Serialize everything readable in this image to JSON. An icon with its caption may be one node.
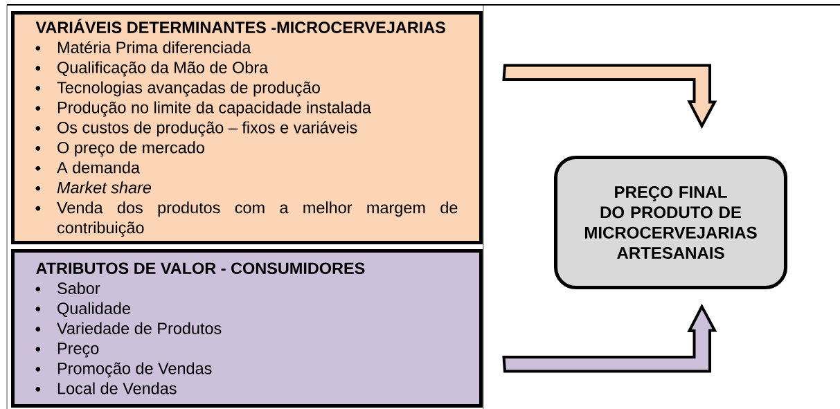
{
  "diagram": {
    "nodes": [
      {
        "text": [
          "VARIÁVEIS DETERMINANTES -MICROCERVEJARIAS",
          "Matéria Prima diferenciada",
          "Qualificação da Mão de Obra",
          "Tecnologias avançadas de produção",
          "Produção no limite da capacidade instalada",
          "Os custos de produção – fixos e variáveis",
          "O preço de mercado",
          "A demanda",
          "*Market share*",
          "Venda dos produtos com a melhor margem de contribuição"
        ]
      },
      {
        "text": [
          "ATRIBUTOS DE VALOR - CONSUMIDORES",
          "Sabor",
          "Qualidade",
          "Variedade de Produtos",
          "Preço",
          "Promoção de Vendas",
          "Local de Vendas"
        ]
      },
      {
        "text": [
          "PREÇO FINAL DO PRODUTO DE MICROCERVEJARIAS ARTESANAIS"
        ]
      }
    ],
    "edges": [
      {
        "from": 0,
        "to": 2,
        "arrow": "to",
        "color": "#fbd5b5"
      },
      {
        "from": 1,
        "to": 2,
        "arrow": "to",
        "color": "#ccc0da"
      }
    ]
  }
}
